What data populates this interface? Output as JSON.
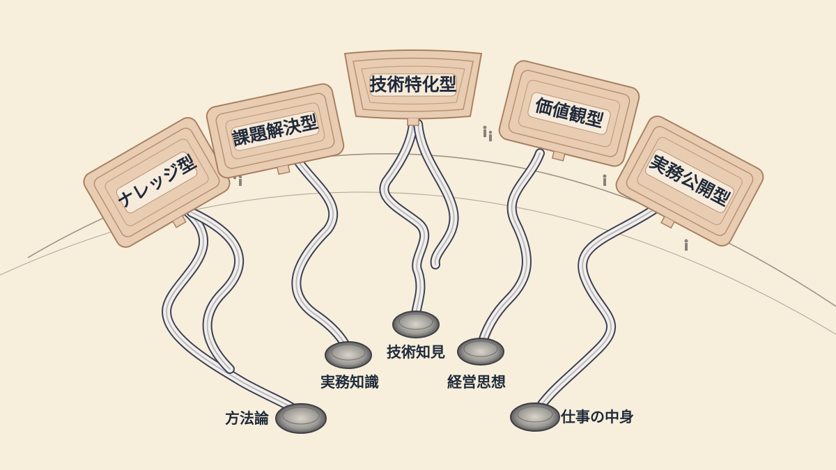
{
  "signs": [
    {
      "id": "knowledge",
      "label": "ナレッジ型"
    },
    {
      "id": "problem",
      "label": "課題解決型"
    },
    {
      "id": "tech",
      "label": "技術特化型"
    },
    {
      "id": "values",
      "label": "価値観型"
    },
    {
      "id": "practice",
      "label": "実務公開型"
    }
  ],
  "holes": [
    {
      "id": "method",
      "label": "方法論"
    },
    {
      "id": "practical",
      "label": "実務知識"
    },
    {
      "id": "techinsight",
      "label": "技術知見"
    },
    {
      "id": "mgmt",
      "label": "経営思想"
    },
    {
      "id": "work",
      "label": "仕事の中身"
    }
  ]
}
